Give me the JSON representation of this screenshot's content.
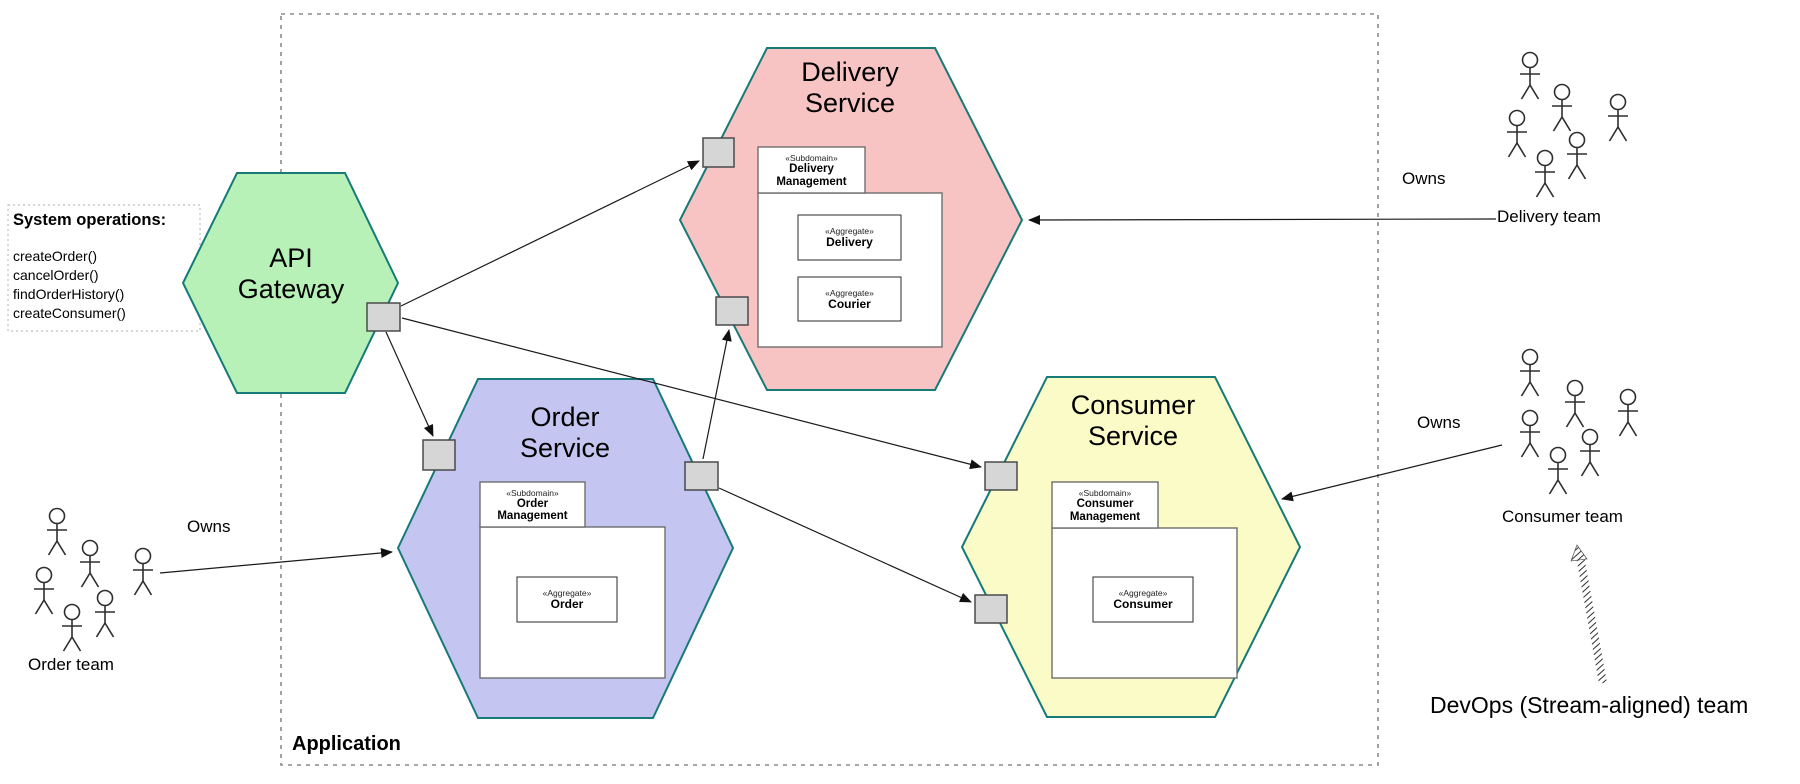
{
  "application": {
    "label": "Application"
  },
  "system_operations": {
    "title": "System operations:",
    "items": [
      "createOrder()",
      "cancelOrder()",
      "findOrderHistory()",
      "createConsumer()"
    ]
  },
  "nodes": {
    "api_gateway": {
      "title": "API Gateway"
    },
    "delivery_service": {
      "title": "Delivery Service",
      "subdomain": {
        "stereotype": "«Subdomain»",
        "name": "Delivery Management"
      },
      "aggregates": [
        {
          "stereotype": "«Aggregate»",
          "name": "Delivery"
        },
        {
          "stereotype": "«Aggregate»",
          "name": "Courier"
        }
      ]
    },
    "order_service": {
      "title": "Order Service",
      "subdomain": {
        "stereotype": "«Subdomain»",
        "name": "Order Management"
      },
      "aggregates": [
        {
          "stereotype": "«Aggregate»",
          "name": "Order"
        }
      ]
    },
    "consumer_service": {
      "title": "Consumer Service",
      "subdomain": {
        "stereotype": "«Subdomain»",
        "name": "Consumer Management"
      },
      "aggregates": [
        {
          "stereotype": "«Aggregate»",
          "name": "Consumer"
        }
      ]
    }
  },
  "teams": {
    "order": {
      "owns_label": "Owns",
      "name": "Order team"
    },
    "delivery": {
      "owns_label": "Owns",
      "name": "Delivery team"
    },
    "consumer": {
      "owns_label": "Owns",
      "name": "Consumer team"
    },
    "devops": {
      "name": "DevOps (Stream-aligned) team"
    }
  },
  "colors": {
    "api_gateway_fill": "#b7f1b7",
    "delivery_fill": "#f8c3c3",
    "order_fill": "#c5c5f2",
    "consumer_fill": "#fbfbc8",
    "hexagon_stroke": "#157a78",
    "port_fill": "#d6d6d6",
    "arrow": "#1a1a1a"
  }
}
